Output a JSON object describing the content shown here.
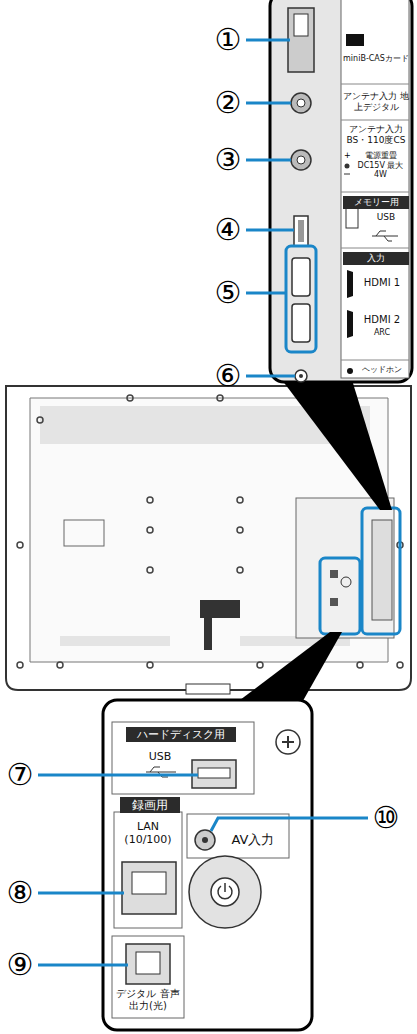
{
  "diagram": {
    "labels": [
      "①",
      "miniB-CASカード",
      "②",
      "アンテナ入力 地上デジタル",
      "③",
      "アンテナ入力 BS・110度CS",
      "電源重畳 DC15V 最大4W",
      "④",
      "メモリー用",
      "USB",
      "⑤",
      "入力",
      "HDMI 1",
      "HDMI 2",
      "ARC",
      "⑥",
      "ヘッドホン",
      "ハードディスク用",
      "USB",
      "⑦",
      "録画用",
      "⑩",
      "AV入力",
      "LAN (10/100)",
      "⑧",
      "⑨",
      "デジタル 音声出力(光)"
    ]
  }
}
